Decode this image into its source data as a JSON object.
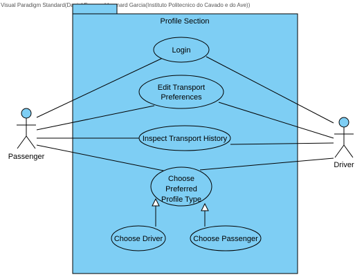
{
  "watermark": "Visual Paradigm Standard(Daniel Emanuel Leonard Garcia(Instituto Politecnico do Cavado e do Ave))",
  "system": {
    "title": "Profile Section"
  },
  "actors": {
    "passenger": "Passenger",
    "driver": "Driver"
  },
  "use_cases": {
    "login": [
      "Login"
    ],
    "edit_prefs": [
      "Edit Transport",
      "Preferences"
    ],
    "inspect_history": [
      "Inspect Transport History"
    ],
    "choose_type": [
      "Choose",
      "Preferred",
      "Profile Type"
    ],
    "choose_driver": [
      "Choose Driver"
    ],
    "choose_passenger": [
      "Choose Passenger"
    ]
  },
  "colors": {
    "system_fill": "#7ecef4",
    "usecase_fill": "#7ecef4",
    "actor_head": "#7ecef4",
    "stroke": "#000000"
  }
}
